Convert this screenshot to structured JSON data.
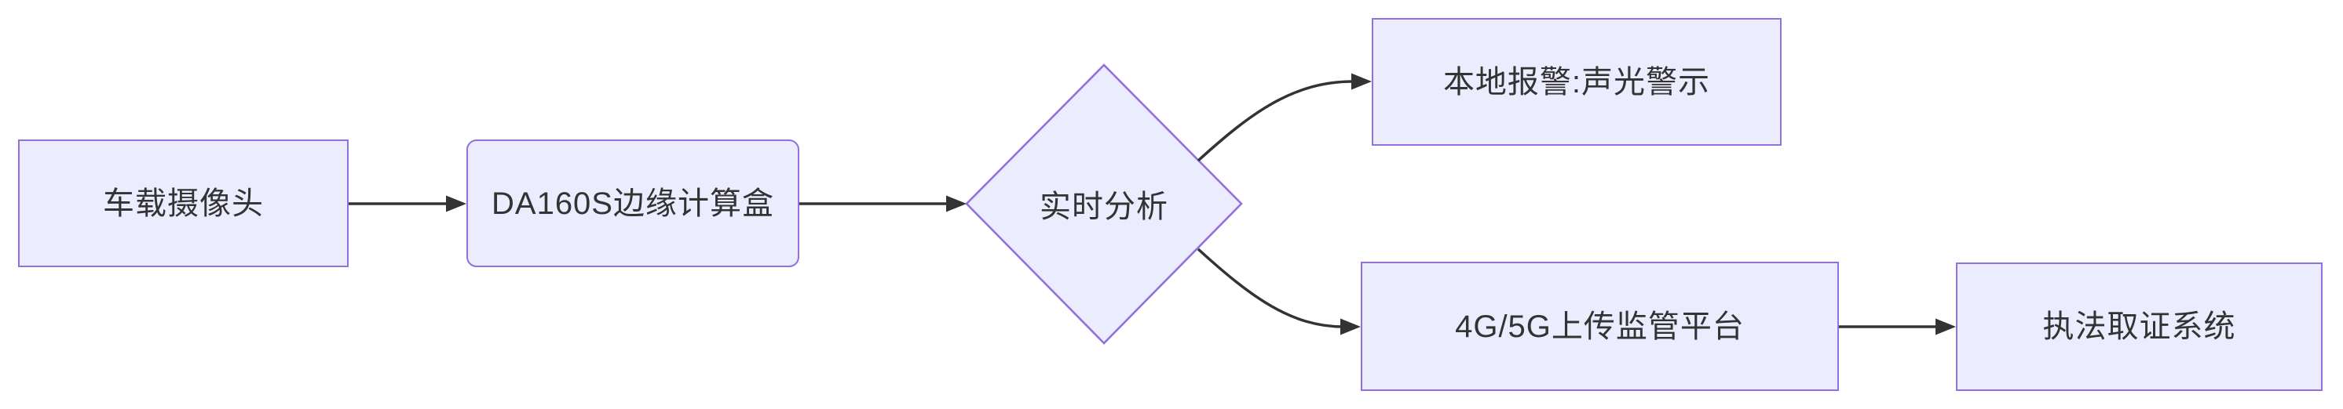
{
  "diagram": {
    "type": "flowchart",
    "direction": "left-to-right",
    "nodes": [
      {
        "id": "camera",
        "label": "车载摄像头",
        "shape": "rect"
      },
      {
        "id": "edgebox",
        "label": "DA160S边缘计算盒",
        "shape": "rounded-rect"
      },
      {
        "id": "analysis",
        "label": "实时分析",
        "shape": "diamond"
      },
      {
        "id": "alarm",
        "label": "本地报警:声光警示",
        "shape": "rect"
      },
      {
        "id": "upload",
        "label": "4G/5G上传监管平台",
        "shape": "rect"
      },
      {
        "id": "evidence",
        "label": "执法取证系统",
        "shape": "rect"
      }
    ],
    "edges": [
      {
        "from": "camera",
        "to": "edgebox",
        "style": "straight-arrow"
      },
      {
        "from": "edgebox",
        "to": "analysis",
        "style": "straight-arrow"
      },
      {
        "from": "analysis",
        "to": "alarm",
        "style": "curved-arrow"
      },
      {
        "from": "analysis",
        "to": "upload",
        "style": "curved-arrow"
      },
      {
        "from": "upload",
        "to": "evidence",
        "style": "straight-arrow"
      }
    ],
    "colors": {
      "node_fill": "#ECECFF",
      "node_border": "#9370DB",
      "edge_stroke": "#333333",
      "text": "#333333",
      "background": "#FFFFFF"
    }
  }
}
